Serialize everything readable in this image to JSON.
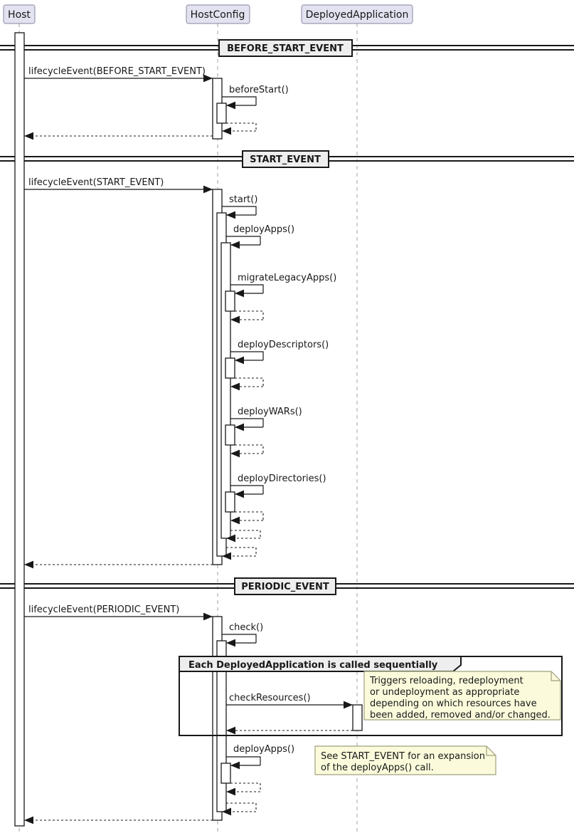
{
  "diagram": {
    "participants": [
      {
        "label": "Host"
      },
      {
        "label": "HostConfig"
      },
      {
        "label": "DeployedApplication"
      }
    ],
    "dividers": [
      {
        "label": "BEFORE_START_EVENT"
      },
      {
        "label": "START_EVENT"
      },
      {
        "label": "PERIODIC_EVENT"
      }
    ],
    "messages": {
      "lifecycle_before_start": "lifecycleEvent(BEFORE_START_EVENT)",
      "before_start": "beforeStart()",
      "lifecycle_start": "lifecycleEvent(START_EVENT)",
      "start": "start()",
      "deploy_apps": "deployApps()",
      "migrate_legacy_apps": "migrateLegacyApps()",
      "deploy_descriptors": "deployDescriptors()",
      "deploy_wars": "deployWARs()",
      "deploy_directories": "deployDirectories()",
      "lifecycle_periodic": "lifecycleEvent(PERIODIC_EVENT)",
      "check": "check()",
      "check_resources": "checkResources()",
      "deploy_apps_periodic": "deployApps()"
    },
    "group": {
      "label": "Each DeployedApplication is called sequentially"
    },
    "notes": [
      {
        "lines": [
          "Triggers reloading, redeployment",
          "or undeployment as appropriate",
          "depending on which resources have",
          "been added, removed and/or changed."
        ]
      },
      {
        "lines": [
          "See START_EVENT for an expansion",
          "of the deployApps() call."
        ]
      }
    ],
    "colors": {
      "participant_fill": "#E2E2F0",
      "divider_fill": "#EEEEEE",
      "note_fill": "#FBFBDC",
      "line": "#181818"
    }
  }
}
